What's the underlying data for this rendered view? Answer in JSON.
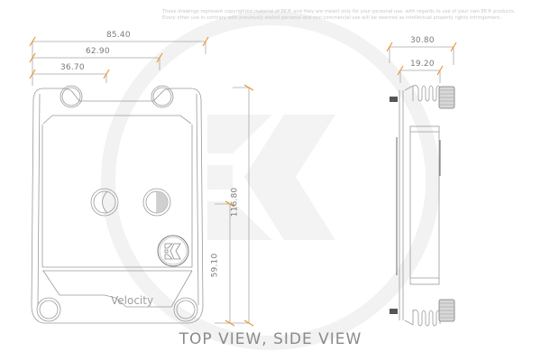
{
  "disclaimer": {
    "line1": "These drawings represent copyrighted material of EK® and they are meant only for your personal use, with regards to use of your own EK® products.",
    "line2": "Every other use in contrary with previously stated personal and non commercial use will be deemed as intellectual property rights infringement."
  },
  "top_view": {
    "block_label": "Velocity",
    "dimensions": {
      "width_total": "85.40",
      "width_mid": "62.90",
      "width_center": "36.70",
      "height_total": "116.80",
      "height_center": "59.10"
    }
  },
  "side_view": {
    "dimensions": {
      "depth_total": "30.80",
      "depth_body": "19.20"
    }
  },
  "caption": "TOP VIEW, SIDE VIEW",
  "colors": {
    "dimension_tick": "#f0962a",
    "line": "#9a9a9a",
    "watermark": "#f0f0f0",
    "text": "#7a7a7a"
  },
  "icons": {
    "watermark": "ek-logo-watermark",
    "badge": "ek-logo-badge"
  }
}
